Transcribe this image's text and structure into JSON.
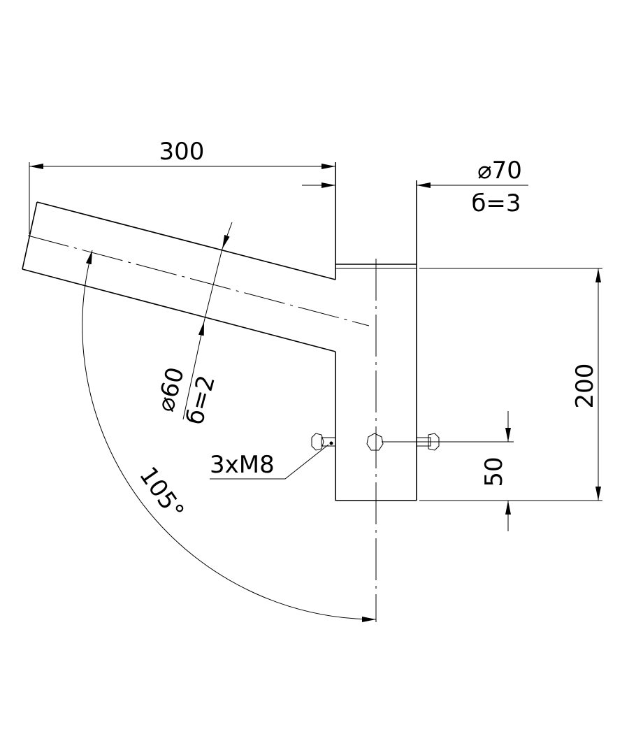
{
  "drawing": {
    "dim_branch_length": "300",
    "dim_main_pipe_diameter": "⌀70",
    "dim_main_pipe_wall": "б=3",
    "dim_branch_diameter": "⌀60",
    "dim_branch_wall": "б=2",
    "dim_height": "200",
    "dim_bolt_offset": "50",
    "bolt_callout": "3xM8",
    "angle": "105°"
  }
}
